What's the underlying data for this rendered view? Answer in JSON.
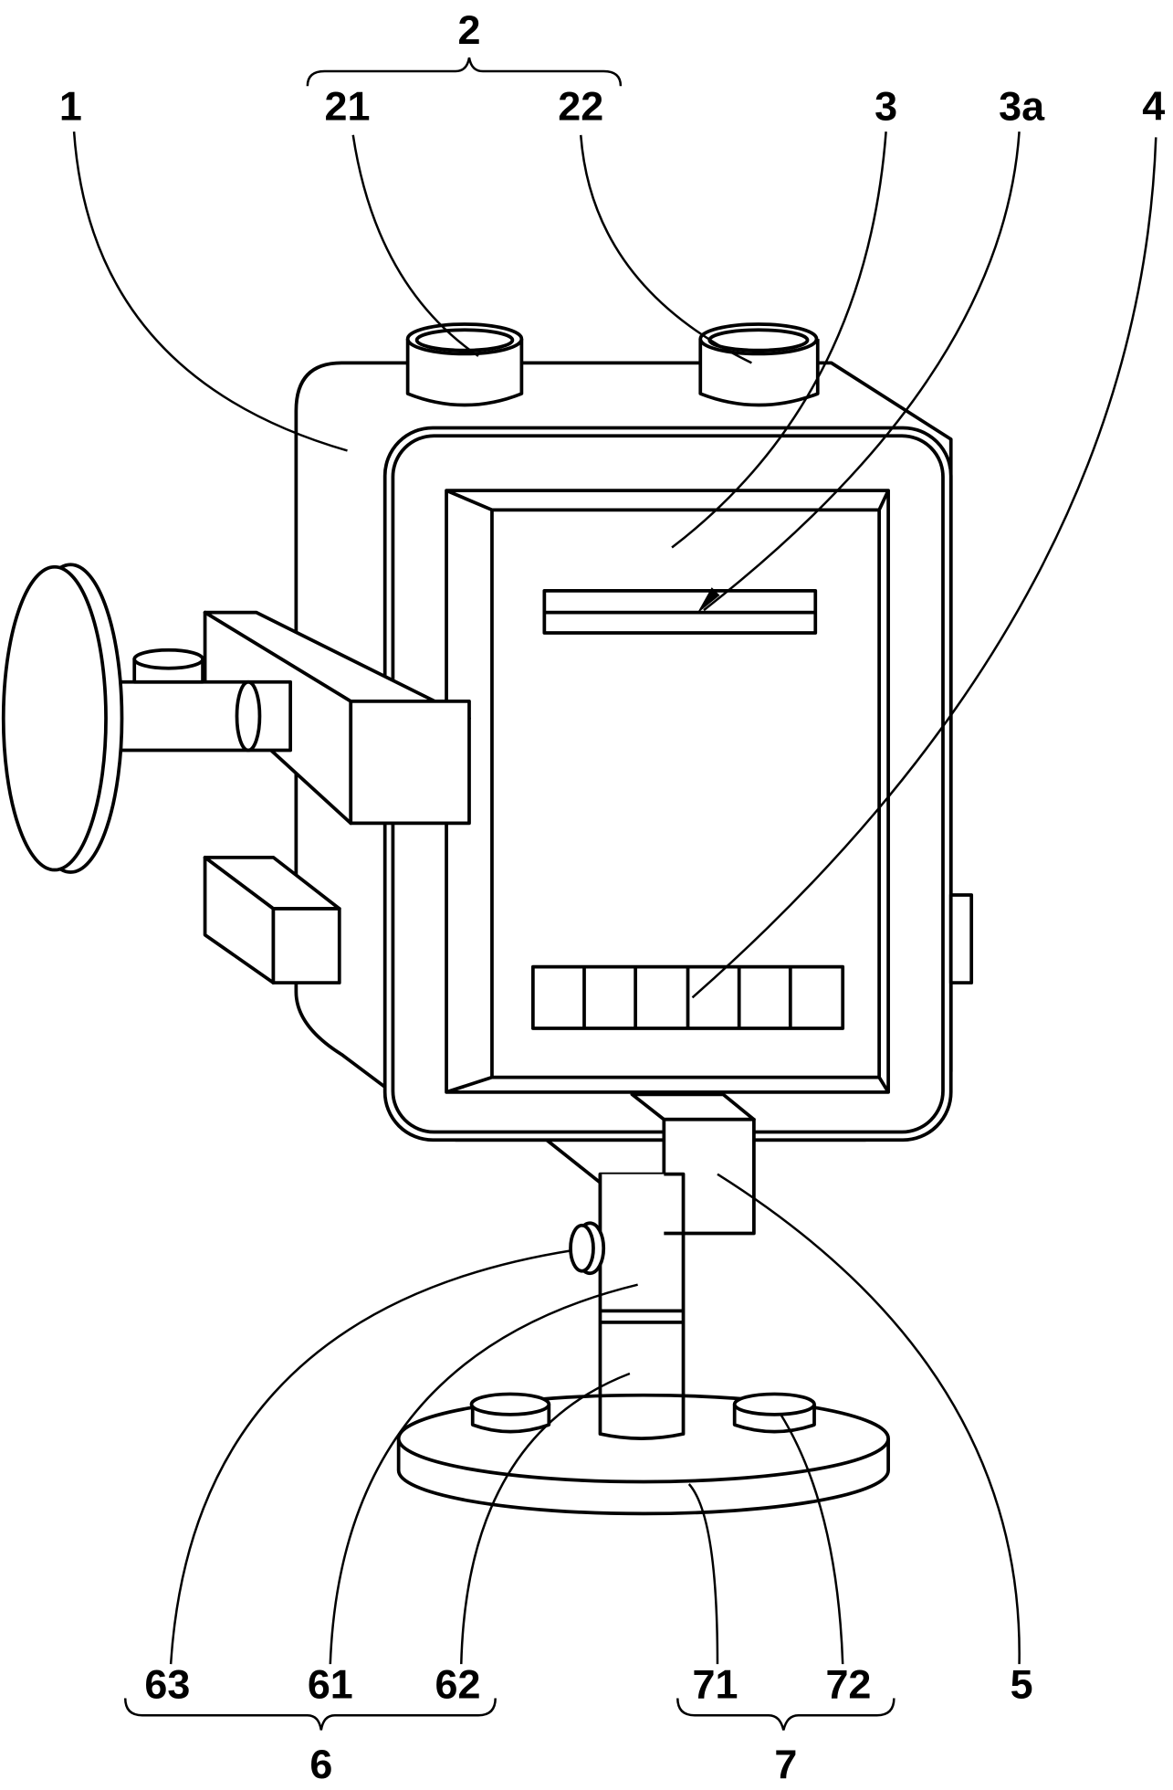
{
  "labels": {
    "l1": "1",
    "l2": "2",
    "l21": "21",
    "l22": "22",
    "l3": "3",
    "l3a": "3a",
    "l4": "4",
    "l5": "5",
    "l63": "63",
    "l61": "61",
    "l62": "62",
    "l6": "6",
    "l71": "71",
    "l72": "72",
    "l7": "7"
  }
}
